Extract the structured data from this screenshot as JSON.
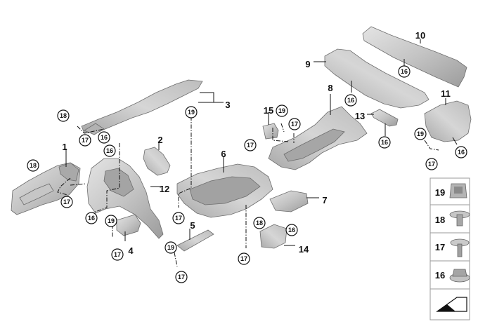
{
  "diagram": {
    "plain_labels": [
      "1",
      "2",
      "3",
      "4",
      "5",
      "6",
      "7",
      "8",
      "9",
      "10",
      "11",
      "12",
      "13",
      "14",
      "15"
    ],
    "circled_labels": [
      "16",
      "17",
      "18",
      "19"
    ],
    "legend": [
      "19",
      "18",
      "17",
      "16"
    ]
  },
  "colors": {
    "part_light": "#d2d2d2",
    "part_mid": "#b8b8b8",
    "part_dark": "#8f8f8f",
    "line": "#111111",
    "legend_border": "#9a9a9a"
  }
}
